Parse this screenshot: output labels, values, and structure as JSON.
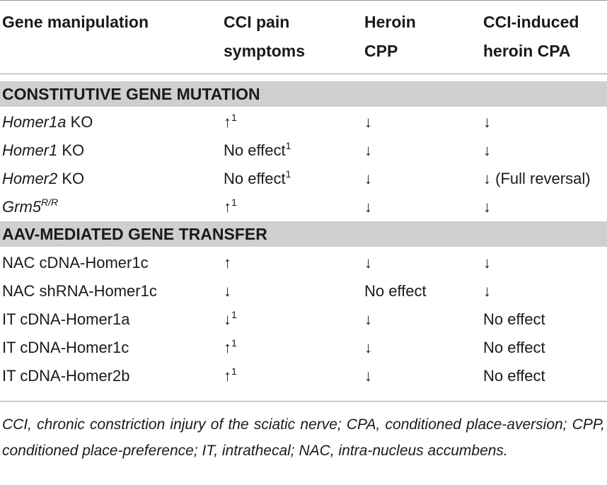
{
  "headers": {
    "gene": "Gene manipulation",
    "cci_line1": "CCI pain",
    "cci_line2": "symptoms",
    "cpp_line1": "Heroin",
    "cpp_line2": "CPP",
    "cpa_line1": "CCI-induced",
    "cpa_line2": "heroin CPA"
  },
  "sections": [
    {
      "title": "CONSTITUTIVE GENE MUTATION",
      "rows": [
        {
          "gene_italic": "Homer1a",
          "gene_rest": " KO",
          "gene_sup": "",
          "cci": "↑",
          "cci_sup": "1",
          "cpp": "↓",
          "cpa": "↓"
        },
        {
          "gene_italic": "Homer1",
          "gene_rest": " KO",
          "gene_sup": "",
          "cci": "No effect",
          "cci_sup": "1",
          "cpp": "↓",
          "cpa": "↓"
        },
        {
          "gene_italic": "Homer2",
          "gene_rest": " KO",
          "gene_sup": "",
          "cci": "No effect",
          "cci_sup": "1",
          "cpp": "↓",
          "cpa": "↓ (Full reversal)"
        },
        {
          "gene_italic": "Grm5",
          "gene_rest": "",
          "gene_sup": "R/R",
          "cci": "↑",
          "cci_sup": "1",
          "cpp": "↓",
          "cpa": "↓"
        }
      ]
    },
    {
      "title": "AAV-MEDIATED GENE TRANSFER",
      "rows": [
        {
          "gene_italic": "",
          "gene_rest": "NAC cDNA-Homer1c",
          "gene_sup": "",
          "cci": "↑",
          "cci_sup": "",
          "cpp": "↓",
          "cpa": "↓"
        },
        {
          "gene_italic": "",
          "gene_rest": "NAC shRNA-Homer1c",
          "gene_sup": "",
          "cci": "↓",
          "cci_sup": "",
          "cpp": "No effect",
          "cpa": "↓"
        },
        {
          "gene_italic": "",
          "gene_rest": "IT cDNA-Homer1a",
          "gene_sup": "",
          "cci": "↓",
          "cci_sup": "1",
          "cpp": "↓",
          "cpa": "No effect"
        },
        {
          "gene_italic": "",
          "gene_rest": "IT cDNA-Homer1c",
          "gene_sup": "",
          "cci": "↑",
          "cci_sup": "1",
          "cpp": "↓",
          "cpa": "No effect"
        },
        {
          "gene_italic": "",
          "gene_rest": "IT cDNA-Homer2b",
          "gene_sup": "",
          "cci": "↑",
          "cci_sup": "1",
          "cpp": "↓",
          "cpa": "No effect"
        }
      ]
    }
  ],
  "footnote": "CCI, chronic constriction injury of the sciatic nerve; CPA, conditioned place-aversion; CPP, conditioned place-preference; IT, intrathecal; NAC, intra-nucleus accumbens."
}
